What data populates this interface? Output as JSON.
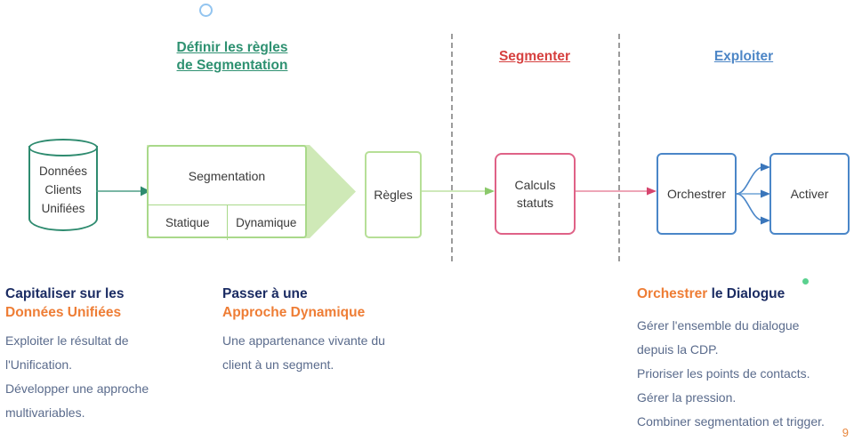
{
  "decorations": {
    "circle_color": "#93c5f0",
    "dot_color": "#5ad18f",
    "page_number": "9",
    "page_number_color": "#e8863c"
  },
  "phases": [
    {
      "label": "Définir les règles\nde Segmentation",
      "color": "#2e9171"
    },
    {
      "label": "Segmenter",
      "color": "#d6403f"
    },
    {
      "label": "Exploiter",
      "color": "#4d86c6"
    }
  ],
  "diagram": {
    "datastore": {
      "label": "Données\nClients\nUnifiées",
      "color": "#2e8b6f"
    },
    "segmentation": {
      "title": "Segmentation",
      "cells": [
        "Statique",
        "Dynamique"
      ],
      "color": "#a9d98a"
    },
    "boxes": [
      {
        "id": "regles",
        "label": "Règles",
        "color": "#b6df97"
      },
      {
        "id": "calculs",
        "label": "Calculs\nstatuts",
        "color": "#df6287"
      },
      {
        "id": "orchestrer",
        "label": "Orchestrer",
        "color": "#4a86c8"
      },
      {
        "id": "activer",
        "label": "Activer",
        "color": "#4a86c8"
      }
    ],
    "divider_color": "#9b9b9b"
  },
  "text_blocks": [
    {
      "title_line_1": "Capitaliser sur les",
      "title_line_2": "Données Unifiées",
      "title_1_color": "#1b2c63",
      "title_2_color": "#ee7d35",
      "body": "Exploiter le résultat de\nl'Unification.\nDévelopper une approche\nmultivariables."
    },
    {
      "title_line_1": "Passer à une",
      "title_line_2": "Approche Dynamique",
      "title_1_color": "#1b2c63",
      "title_2_color": "#ee7d35",
      "body": "Une appartenance vivante du\nclient à un segment."
    },
    {
      "title_line_1": "Orchestrer",
      "title_line_2": " le Dialogue",
      "title_1_color": "#ee7d35",
      "title_2_color": "#1b2c63",
      "body": "Gérer l'ensemble du dialogue\ndepuis la CDP.\nPrioriser les points de contacts.\nGérer la pression.\nCombiner segmentation et trigger."
    }
  ]
}
